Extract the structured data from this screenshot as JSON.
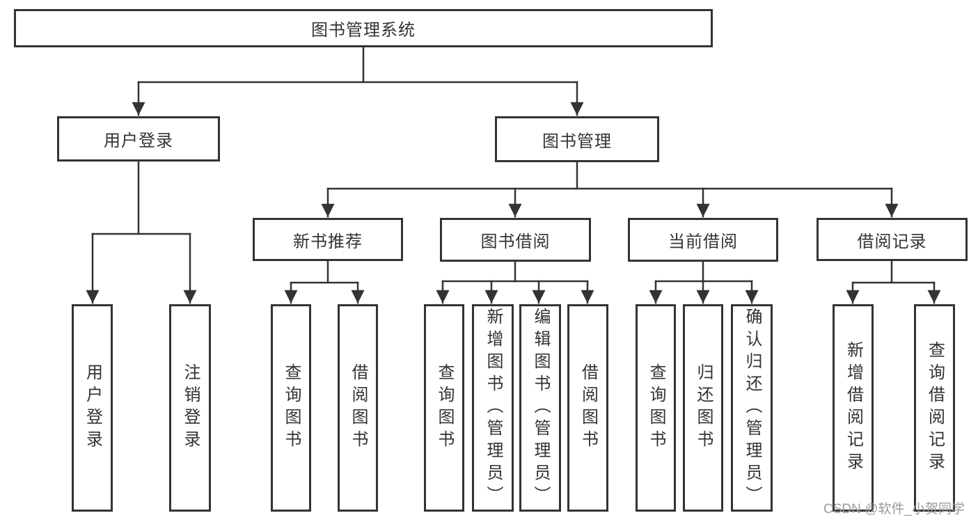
{
  "diagram": {
    "title": "图书管理系统",
    "level2": [
      {
        "label": "用户登录"
      },
      {
        "label": "图书管理"
      }
    ],
    "level3": [
      {
        "label": "新书推荐",
        "parent": "图书管理"
      },
      {
        "label": "图书借阅",
        "parent": "图书管理"
      },
      {
        "label": "当前借阅",
        "parent": "图书管理"
      },
      {
        "label": "借阅记录",
        "parent": "图书管理"
      }
    ],
    "leaves": [
      {
        "label": "用户登录",
        "parent": "用户登录"
      },
      {
        "label": "注销登录",
        "parent": "用户登录"
      },
      {
        "label": "查询图书",
        "parent": "新书推荐"
      },
      {
        "label": "借阅图书",
        "parent": "新书推荐"
      },
      {
        "label": "查询图书",
        "parent": "图书借阅"
      },
      {
        "label": "新增图书（管理员）",
        "parent": "图书借阅"
      },
      {
        "label": "编辑图书（管理员）",
        "parent": "图书借阅"
      },
      {
        "label": "借阅图书",
        "parent": "图书借阅"
      },
      {
        "label": "查询图书",
        "parent": "当前借阅"
      },
      {
        "label": "归还图书",
        "parent": "当前借阅"
      },
      {
        "label": "确认归还（管理员）",
        "parent": "当前借阅"
      },
      {
        "label": "新增借阅记录",
        "parent": "借阅记录"
      },
      {
        "label": "查询借阅记录",
        "parent": "借阅记录"
      }
    ],
    "watermark": "CSDN @软件_小贺同学",
    "colors": {
      "line": "#333333",
      "text": "#333333",
      "background": "#ffffff",
      "watermark": "#9b9b9b"
    }
  }
}
